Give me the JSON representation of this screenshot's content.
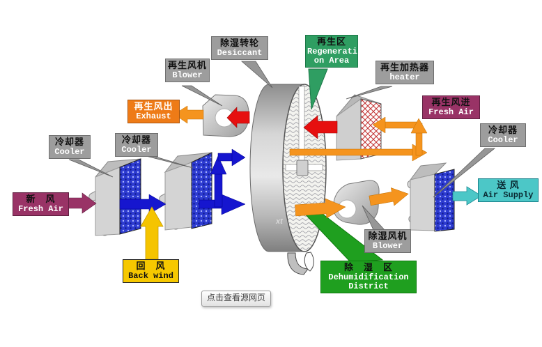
{
  "labels": {
    "desiccant": {
      "cn": "除湿转轮",
      "en": "Desiccant"
    },
    "regen_blower": {
      "cn": "再生风机",
      "en": "Blower"
    },
    "exhaust": {
      "cn": "再生风出",
      "en": "Exhaust"
    },
    "regen_area": {
      "cn": "再生区",
      "en1": "Regenerati",
      "en2": "on Area"
    },
    "heater": {
      "cn": "再生加热器",
      "en": "heater"
    },
    "regen_fresh_air": {
      "cn": "再生风进",
      "en": "Fresh Air"
    },
    "cooler_right": {
      "cn": "冷却器",
      "en": "Cooler"
    },
    "cooler_left_1": {
      "cn": "冷却器",
      "en": "Cooler"
    },
    "cooler_left_2": {
      "cn": "冷却器",
      "en": "Cooler"
    },
    "fresh_air": {
      "cn": "新　风",
      "en": "Fresh Air"
    },
    "back_wind": {
      "cn": "回　风",
      "en": "Back wind"
    },
    "dehumid_blower": {
      "cn": "除湿风机",
      "en": "Blower"
    },
    "dehumid_area": {
      "cn": "除　湿　区",
      "en1": "Dehumidification",
      "en2": "District"
    },
    "air_supply": {
      "cn": "送 风",
      "en": "Air Supply"
    }
  },
  "tooltip": {
    "text": "点击查看源网页"
  },
  "watermark": "xt",
  "colors": {
    "gray_label": "#9d9d9d",
    "orange_label": "#ee7b17",
    "teal_green_label": "#2f9e62",
    "bright_green_label": "#1f9f1f",
    "purple_label": "#993366",
    "yellow_label": "#f6c800",
    "cyan_label": "#4cc7c7",
    "red_arrow": "#e60f0f",
    "blue_arrow": "#1616cf",
    "orange_arrow": "#f5941e",
    "maroon_arrow": "#993366",
    "yellow_arrow": "#f5c400",
    "cyan_arrow": "#4cc7c7"
  }
}
